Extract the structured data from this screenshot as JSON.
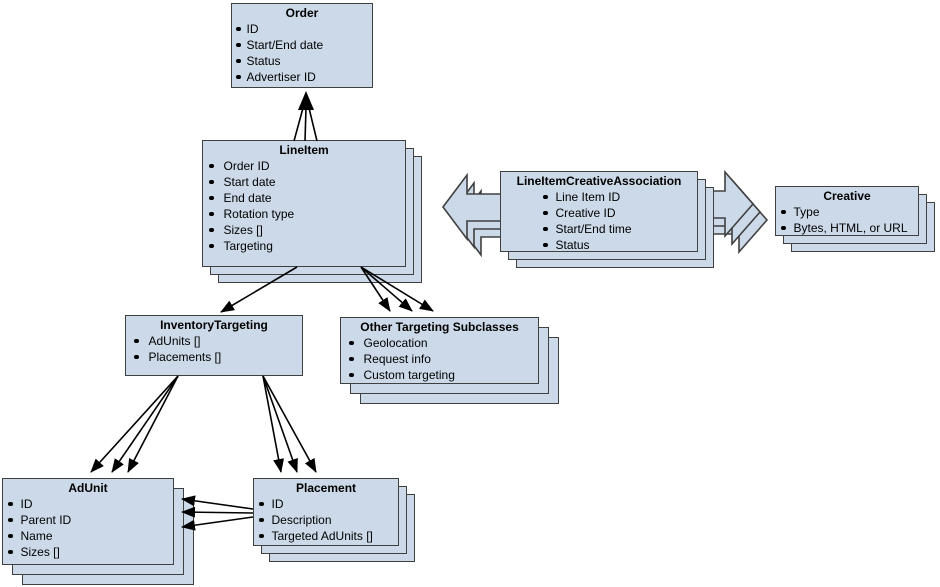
{
  "colors": {
    "box_fill": "#ccd9e8",
    "box_border": "#404040",
    "arrow": "#000000"
  },
  "entities": {
    "order": {
      "title": "Order",
      "fields": [
        "ID",
        "Start/End date",
        "Status",
        "Advertiser ID"
      ]
    },
    "line_item": {
      "title": "LineItem",
      "fields": [
        "Order ID",
        "Start date",
        "End date",
        "Rotation type",
        "Sizes []",
        "Targeting"
      ]
    },
    "line_item_creative_association": {
      "title": "LineItemCreativeAssociation",
      "fields": [
        "Line Item ID",
        "Creative ID",
        "Start/End time",
        "Status"
      ]
    },
    "creative": {
      "title": "Creative",
      "fields": [
        "Type",
        "Bytes, HTML, or URL"
      ]
    },
    "inventory_targeting": {
      "title": "InventoryTargeting",
      "fields": [
        "AdUnits []",
        "Placements []"
      ]
    },
    "other_targeting": {
      "title": "Other Targeting Subclasses",
      "fields": [
        "Geolocation",
        "Request info",
        "Custom targeting"
      ]
    },
    "ad_unit": {
      "title": "AdUnit",
      "fields": [
        "ID",
        "Parent ID",
        "Name",
        "Sizes []"
      ]
    },
    "placement": {
      "title": "Placement",
      "fields": [
        "ID",
        "Description",
        "Targeted AdUnits []"
      ]
    }
  },
  "relationships": [
    {
      "from": "LineItem",
      "to": "Order",
      "style": "triple-line-single-arrowhead"
    },
    {
      "from": "LineItem",
      "to": "InventoryTargeting",
      "style": "arrow"
    },
    {
      "from": "LineItem",
      "to": "Other Targeting Subclasses",
      "style": "triple-arrow-fan"
    },
    {
      "from": "InventoryTargeting",
      "to": "AdUnit",
      "style": "triple-arrow-fan"
    },
    {
      "from": "InventoryTargeting",
      "to": "Placement",
      "style": "triple-arrow-fan"
    },
    {
      "from": "Placement",
      "to": "AdUnit",
      "style": "triple-arrow-fan"
    },
    {
      "from": "LineItemCreativeAssociation",
      "to": "LineItem",
      "style": "stacked-block-arrow"
    },
    {
      "from": "LineItemCreativeAssociation",
      "to": "Creative",
      "style": "stacked-block-arrow"
    }
  ]
}
